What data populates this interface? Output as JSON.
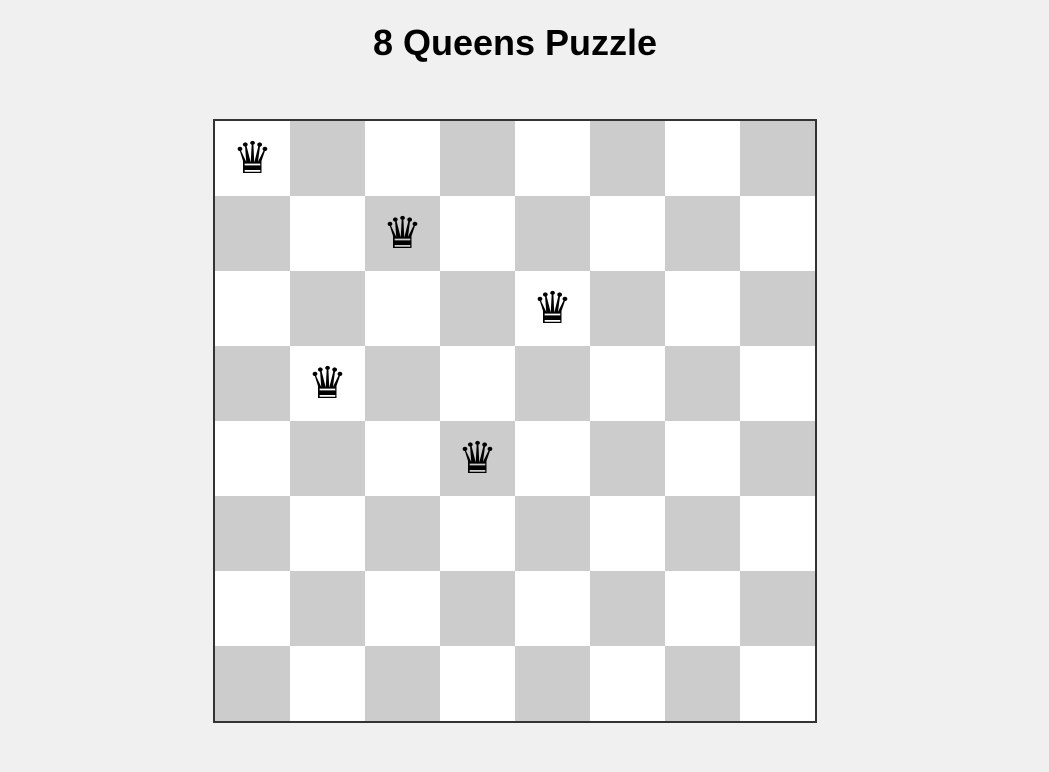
{
  "title": "8 Queens Puzzle",
  "board": {
    "rows": 8,
    "cols": 8,
    "light_color": "#ffffff",
    "dark_color": "#cccccc",
    "border_color": "#333333",
    "queen_symbol": "♛",
    "queen_icon": "queen-icon",
    "queens": [
      {
        "row": 0,
        "col": 0
      },
      {
        "row": 1,
        "col": 2
      },
      {
        "row": 2,
        "col": 4
      },
      {
        "row": 3,
        "col": 1
      },
      {
        "row": 4,
        "col": 3
      }
    ]
  }
}
